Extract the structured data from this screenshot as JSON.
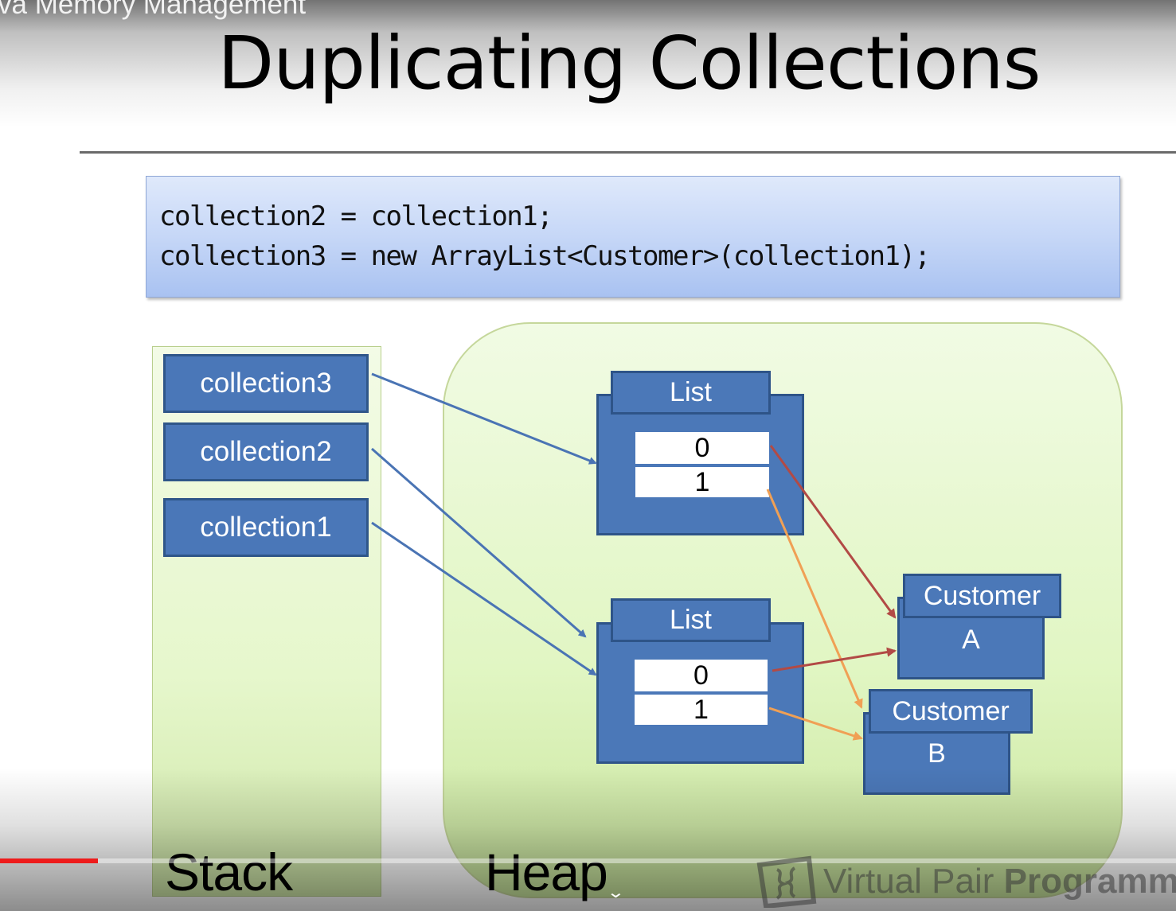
{
  "video": {
    "title": "va Memory Management",
    "progress_fraction": 0.083,
    "colors": {
      "progress": "#ee1c1c"
    },
    "controls": {
      "expand_icon": "chevron-down-icon"
    }
  },
  "slide": {
    "title": "Duplicating Collections",
    "code": [
      "collection2 = collection1;",
      "collection3 = new ArrayList<Customer>(collection1);"
    ],
    "stack": {
      "label": "Stack",
      "variables": [
        "collection3",
        "collection2",
        "collection1"
      ]
    },
    "heap": {
      "label": "Heap",
      "lists": [
        {
          "title": "List",
          "slots": [
            "0",
            "1"
          ]
        },
        {
          "title": "List",
          "slots": [
            "0",
            "1"
          ]
        }
      ],
      "customers": [
        {
          "title": "Customer",
          "name": "A"
        },
        {
          "title": "Customer",
          "name": "B"
        }
      ]
    },
    "colors": {
      "box_fill": "#4b78b8",
      "box_border": "#2e5488",
      "ref_arrow": "#4a74b4",
      "arrow_to_a": "#b24a45",
      "arrow_to_b": "#f0a055",
      "panel_fill": "#e6f7cc"
    }
  },
  "watermark": {
    "brand_light": "Virtual Pair ",
    "brand_bold": "Programme",
    "logo_icon": "vpp-logo-icon"
  }
}
